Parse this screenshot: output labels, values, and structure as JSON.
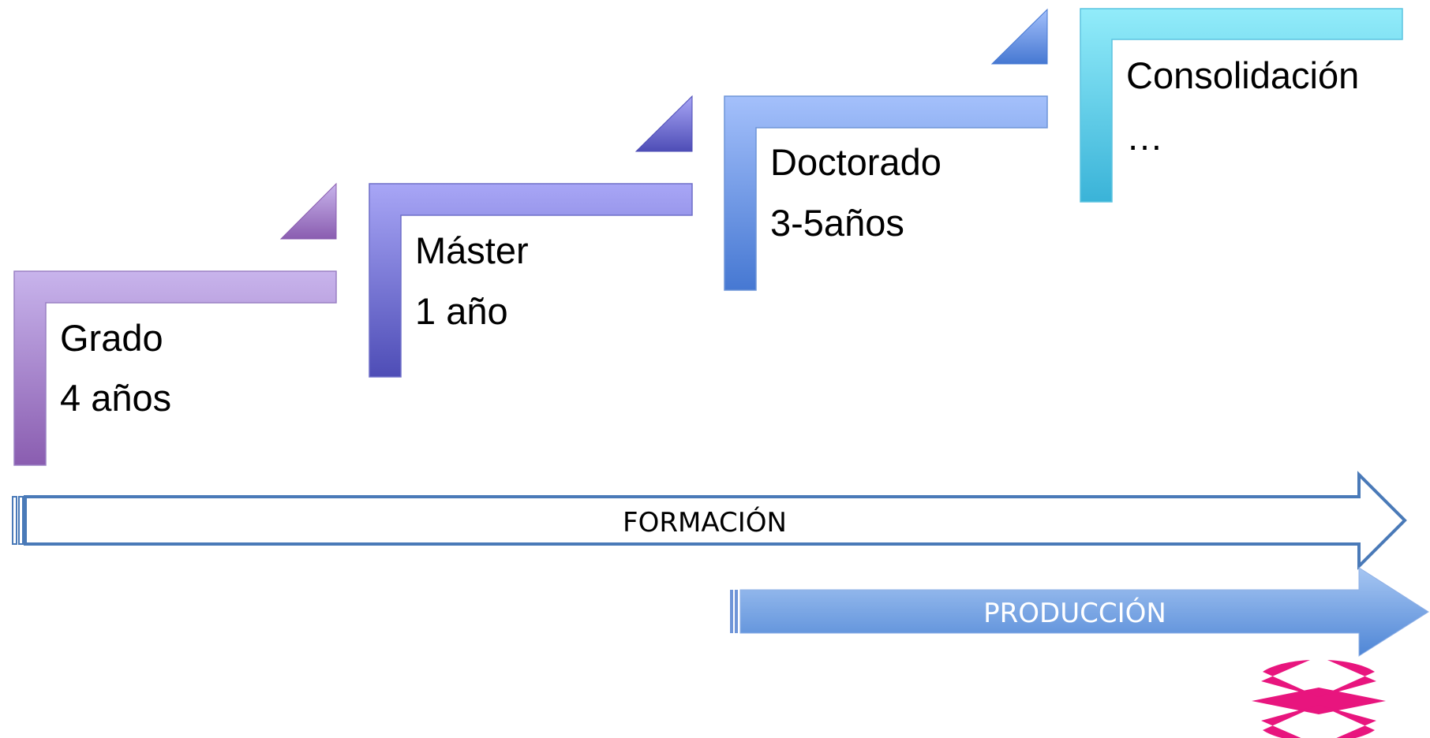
{
  "steps": [
    {
      "line1": "Grado",
      "line2": "4 años",
      "color_top": "#c8b4ec",
      "color_bottom": "#8a5db0"
    },
    {
      "line1": "Máster",
      "line2": "1 año",
      "color_top": "#a8a6f6",
      "color_bottom": "#4e4db6"
    },
    {
      "line1": "Doctorado",
      "line2": "3-5años",
      "color_top": "#a4c0fb",
      "color_bottom": "#4678d2"
    },
    {
      "line1": "Consolidación",
      "line2": "…",
      "color_top": "#92ecfa",
      "color_bottom": "#3ab3d8"
    }
  ],
  "arrows": {
    "formacion": {
      "label": "FORMACIÓN",
      "stroke": "#4a7ab8",
      "text_color": "#000000"
    },
    "produccion": {
      "label": "PRODUCCIÓN",
      "color_top": "#a6c6f2",
      "color_bottom": "#4f86d6",
      "text_color": "#ffffff"
    }
  },
  "logo": {
    "name": "university-logo",
    "color": "#e8157e"
  }
}
